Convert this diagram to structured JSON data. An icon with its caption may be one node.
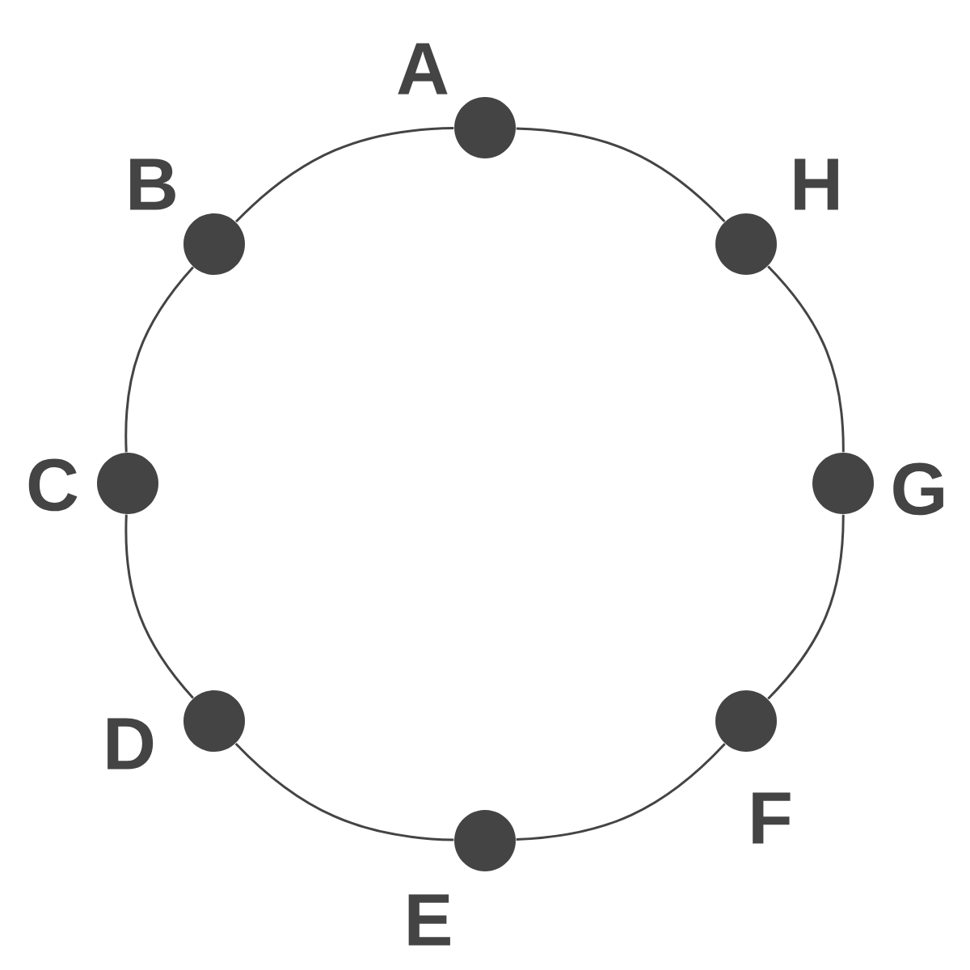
{
  "diagram": {
    "nodes": [
      {
        "text": [],
        "shape": "circle",
        "beside": [
          "A"
        ]
      },
      {
        "text": [],
        "shape": "circle",
        "beside": [
          "B"
        ]
      },
      {
        "text": [],
        "shape": "circle",
        "beside": [
          "C"
        ]
      },
      {
        "text": [],
        "shape": "circle",
        "beside": [
          "D"
        ]
      },
      {
        "text": [],
        "shape": "circle",
        "beside": [
          "E"
        ]
      },
      {
        "text": [],
        "shape": "circle",
        "beside": [
          "F"
        ]
      },
      {
        "text": [],
        "shape": "circle",
        "beside": [
          "G"
        ]
      },
      {
        "text": [],
        "shape": "circle",
        "beside": [
          "H"
        ]
      }
    ],
    "edges": [
      {
        "from": 0,
        "to": 1,
        "arrow": "none"
      },
      {
        "from": 1,
        "to": 2,
        "arrow": "none"
      },
      {
        "from": 2,
        "to": 3,
        "arrow": "none"
      },
      {
        "from": 3,
        "to": 4,
        "arrow": "none"
      },
      {
        "from": 4,
        "to": 5,
        "arrow": "none"
      },
      {
        "from": 5,
        "to": 6,
        "arrow": "none"
      },
      {
        "from": 6,
        "to": 7,
        "arrow": "none"
      },
      {
        "from": 7,
        "to": 0,
        "arrow": "none"
      }
    ]
  }
}
